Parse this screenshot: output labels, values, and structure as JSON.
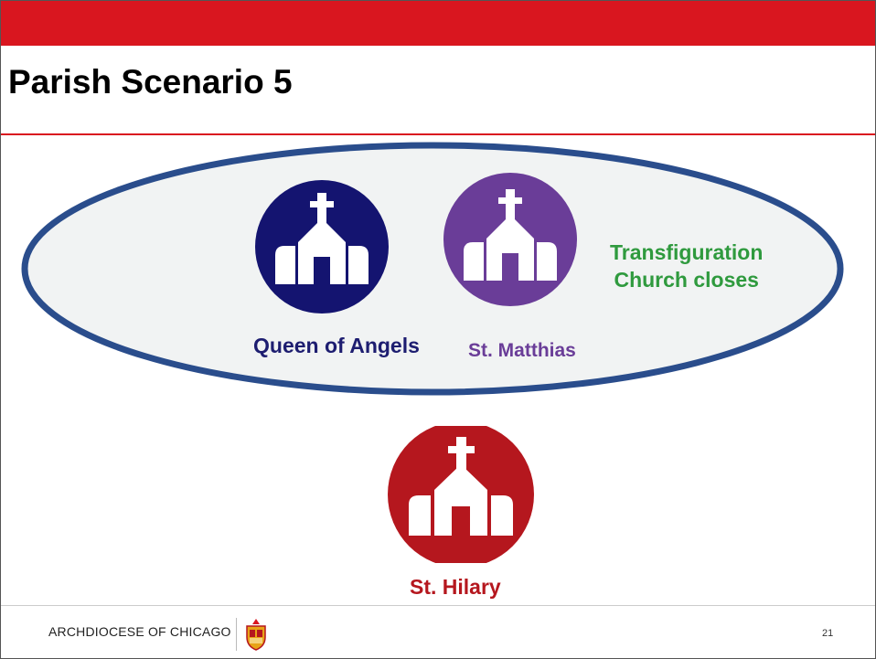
{
  "slide": {
    "title": "Parish Scenario 5",
    "page_number": "21"
  },
  "colors": {
    "accent_red": "#d9161f",
    "oval_stroke": "#2a4d8c",
    "oval_fill": "#f1f3f3",
    "queen_of_angels": "#141470",
    "st_matthias": "#6a3d98",
    "st_hilary": "#b5171e",
    "closing_note": "#2f9a3e"
  },
  "parishes": {
    "queen_of_angels": {
      "name": "Queen of Angels",
      "icon": "church-icon"
    },
    "st_matthias": {
      "name": "St. Matthias",
      "icon": "church-icon"
    },
    "st_hilary": {
      "name": "St. Hilary",
      "icon": "church-icon"
    }
  },
  "note": {
    "line1": "Transfiguration",
    "line2": "Church closes"
  },
  "footer": {
    "org_name": "ARCHDIOCESE OF CHICAGO",
    "logo_icon": "archdiocese-seal-icon"
  }
}
